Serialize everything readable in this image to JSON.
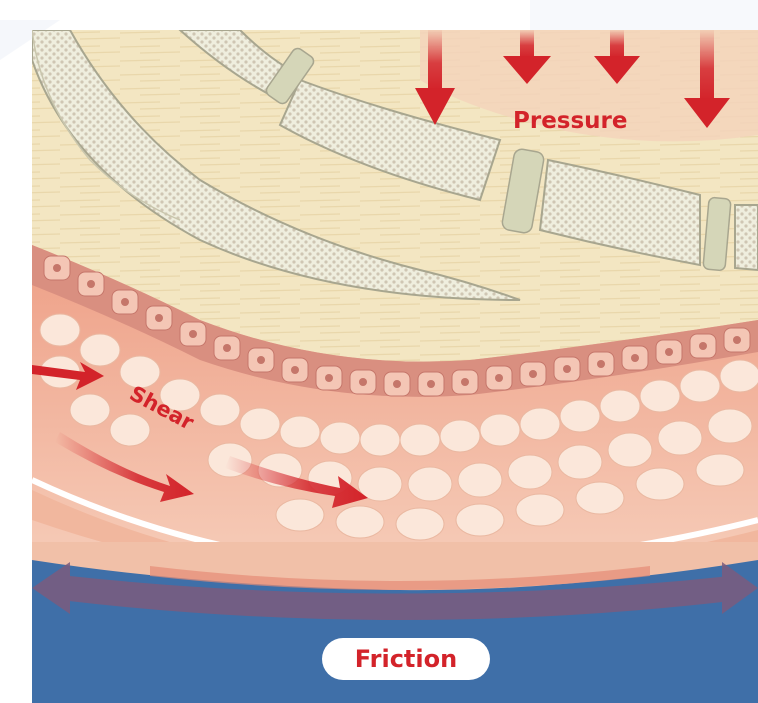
{
  "labels": {
    "pressure": "Pressure",
    "shear": "Shear",
    "friction": "Friction"
  },
  "colors": {
    "arrow_red": "#d3232a",
    "label_red": "#d3232a",
    "surface_blue": "#3f6fa8",
    "friction_band": "#7b5c7e",
    "muscle_tan": "#f2e5c0",
    "bone": "#edebd8",
    "skin_pink": "#f2c2a7",
    "cell_light": "#fbe7da",
    "cell_row": "#d98f80"
  }
}
